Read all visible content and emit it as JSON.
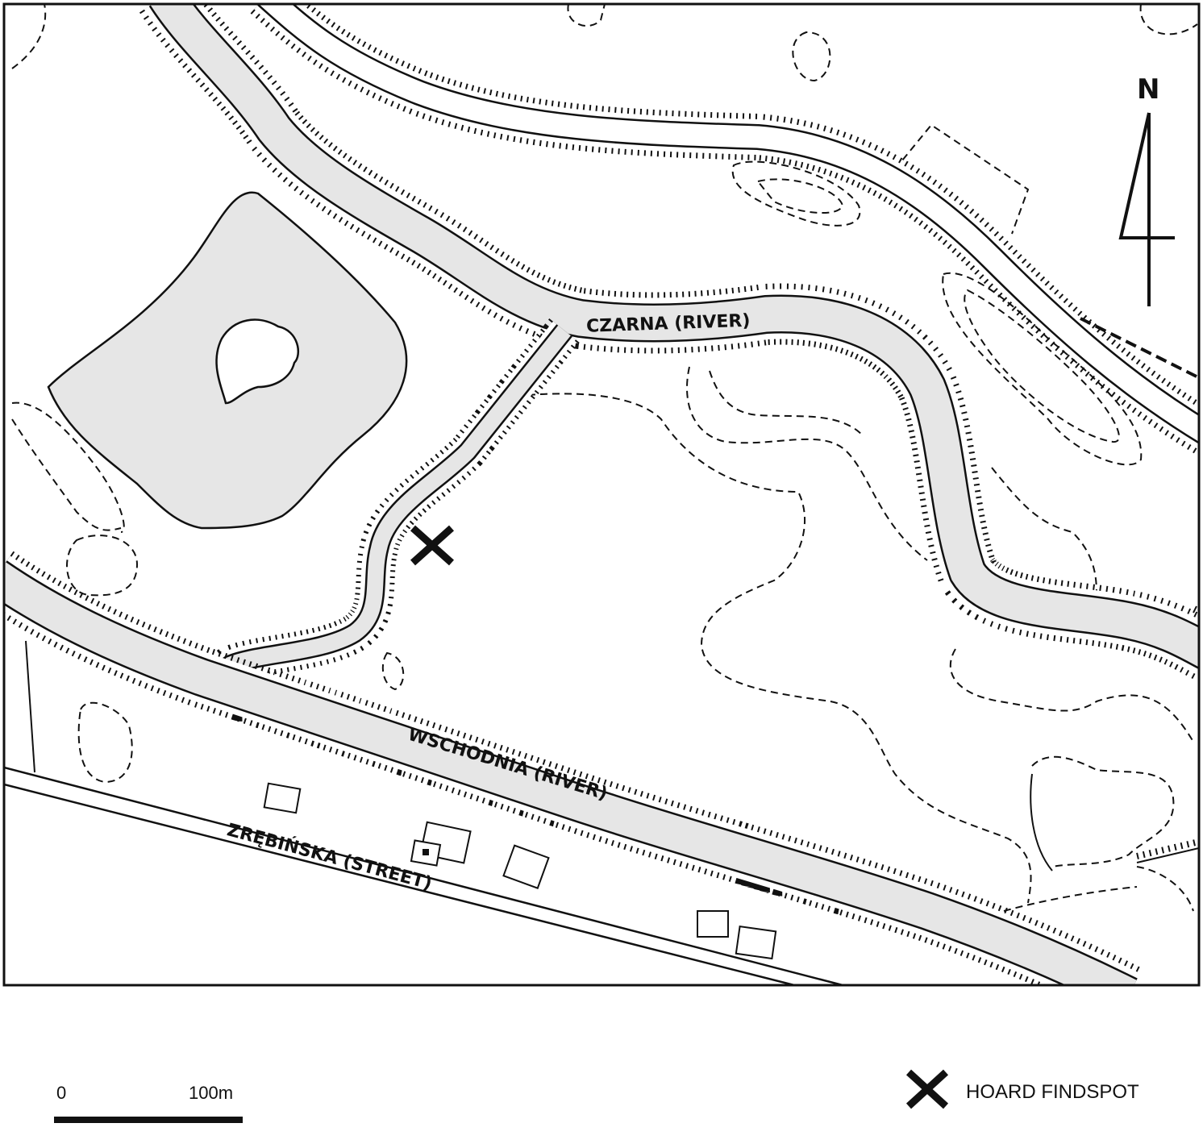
{
  "map": {
    "labels": {
      "czarna": "CZARNA (RIVER)",
      "wschodnia": "WSCHODNIA (RIVER)",
      "street": "ZRĘBIŃSKA (STREET)"
    },
    "north_label": "N",
    "colors": {
      "water": "#e6e6e6",
      "ink": "#111111"
    }
  },
  "scale_bar": {
    "start_label": "0",
    "end_label": "100m"
  },
  "legend": {
    "findspot_icon": "x-mark-icon",
    "findspot_label": "HOARD FINDSPOT"
  }
}
